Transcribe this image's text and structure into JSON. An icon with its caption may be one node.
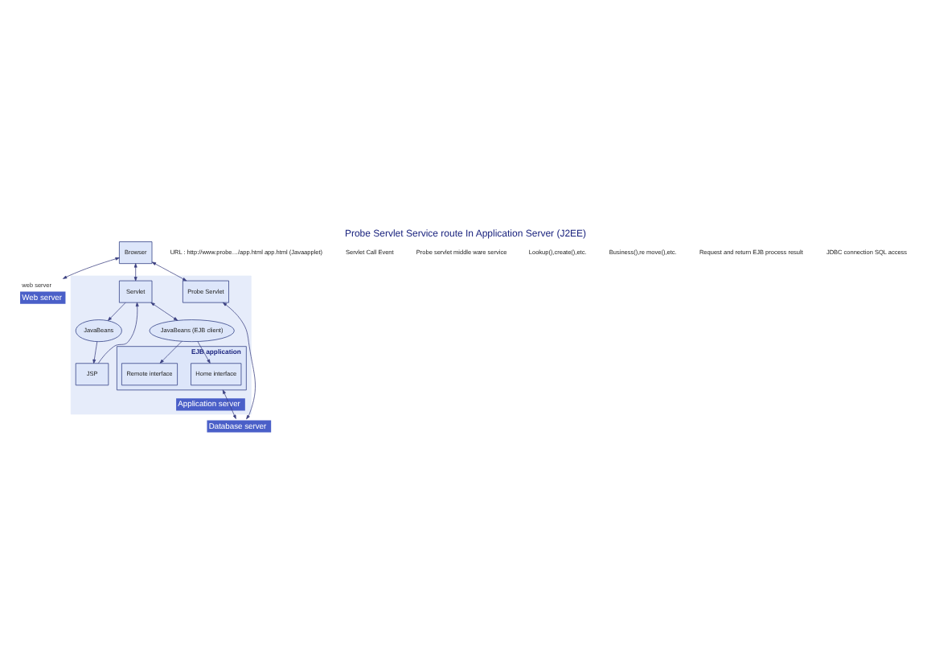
{
  "diagram": {
    "title": "Probe Servlet Service route In Application Server (J2EE)",
    "nodes": [
      {
        "text": [
          "Browser"
        ]
      },
      {
        "text": [
          "web server",
          "Web server"
        ]
      },
      {
        "text": [
          "Application server"
        ]
      },
      {
        "text": [
          "Probe Servlet"
        ],
        "in": 2
      },
      {
        "text": [
          "Servlet"
        ],
        "in": 2
      },
      {
        "text": [
          "JSP"
        ],
        "in": 2
      },
      {
        "text": [
          "JavaBeans"
        ],
        "in": 2
      },
      {
        "text": [
          "JavaBeans (EJB client)"
        ],
        "in": 2
      },
      {
        "text": [
          "EJB application"
        ],
        "in": 2
      },
      {
        "text": [
          "Home interface"
        ],
        "in": 8
      },
      {
        "text": [
          "Remote interface"
        ],
        "in": 8
      },
      {
        "text": [
          "Database server"
        ]
      }
    ],
    "edges": [
      {
        "from": 0,
        "to": 1,
        "arrow": "both"
      },
      {
        "from": 0,
        "to": 4,
        "arrow": "both"
      },
      {
        "from": 0,
        "to": 3,
        "arrow": "both"
      },
      {
        "from": 3,
        "to": 11,
        "arrow": "both"
      },
      {
        "from": 4,
        "to": 7,
        "arrow": "both"
      },
      {
        "from": 4,
        "to": 6,
        "arrow": "to"
      },
      {
        "from": 6,
        "to": 5,
        "arrow": "to"
      },
      {
        "from": 5,
        "to": 4,
        "arrow": "to"
      },
      {
        "from": 7,
        "to": 9,
        "arrow": "to"
      },
      {
        "from": 7,
        "to": 10,
        "arrow": "to"
      },
      {
        "from": 8,
        "to": 11,
        "arrow": "both"
      }
    ],
    "labels": [
      "URL : http://www.probe…/app.html app.html (Javaapplet)",
      "Servlet Call Event",
      "Probe servlet middle ware service",
      "Lookup(),create(),etc.",
      "Business(),re move(),etc.",
      "Request and return EJB process result",
      "JDBC connection SQL access"
    ]
  }
}
